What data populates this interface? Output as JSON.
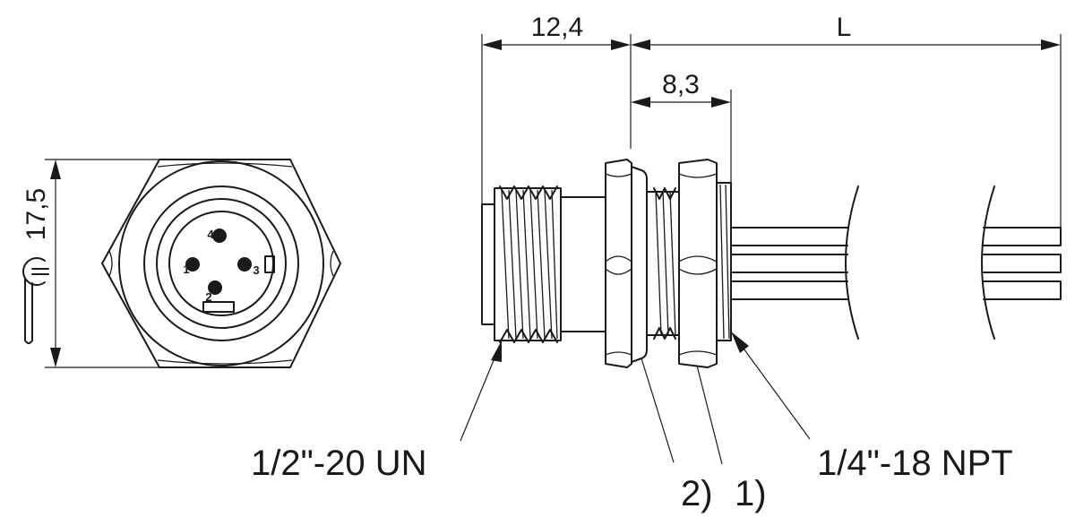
{
  "dimensions": {
    "width_across_flats": "17,5",
    "thread_length": "12,4",
    "nut_length": "8,3",
    "cable_length": "L"
  },
  "callouts": {
    "front_thread": "1/2\"-20 UN",
    "rear_thread": "1/4\"-18 NPT",
    "item_2": "2)",
    "item_1": "1)"
  },
  "pins": [
    "1",
    "2",
    "3",
    "4"
  ],
  "icons": {
    "wrench": "wrench-icon"
  }
}
